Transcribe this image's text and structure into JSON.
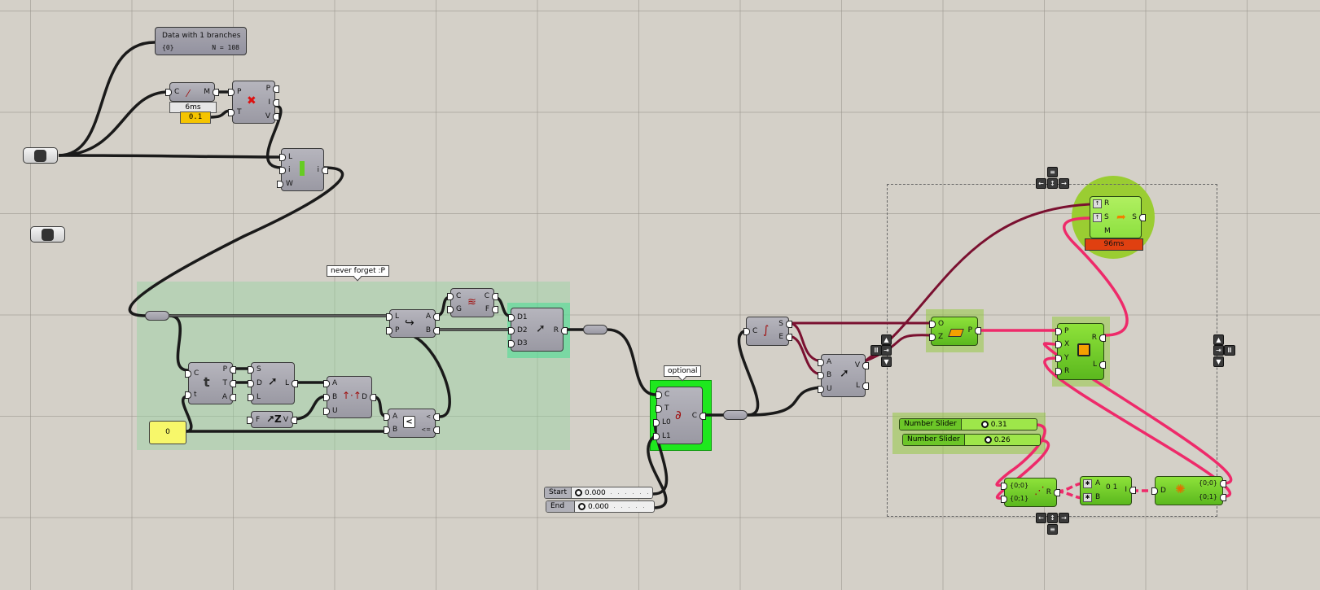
{
  "canvas": {
    "background": "#d4d0c8",
    "wire_color": "#1a1a1a",
    "selected_wire_color": "#ee2a6a",
    "group_color": "#a8d8b0",
    "green_component": "#6cc628"
  },
  "panel_data": {
    "title": "Data with 1 branches",
    "path": "{0}",
    "count": "N = 108"
  },
  "components": {
    "curve_divide": {
      "inputs": [
        "C"
      ],
      "outputs": [
        "M"
      ],
      "icon": "curve-icon",
      "timer": "6ms"
    },
    "number_input": {
      "value": "0.1"
    },
    "cull_points": {
      "inputs": [
        "P",
        "T"
      ],
      "outputs": [
        "P",
        "I",
        "V"
      ],
      "icon": "cull-points-icon"
    },
    "geometry_param_1": {
      "icon": "geometry-icon"
    },
    "geometry_param_2": {
      "icon": "geometry-pipeline-icon"
    },
    "list_item": {
      "inputs": [
        "L",
        "i",
        "W"
      ],
      "outputs": [
        "i"
      ],
      "icon": "list-item-icon"
    },
    "tooltip_group": {
      "text": "never forget :P"
    },
    "shift_list": {
      "inputs": [
        "L",
        "P"
      ],
      "outputs": [
        "A",
        "B"
      ],
      "icon": "split-list-icon"
    },
    "tween": {
      "inputs": [
        "C",
        "G"
      ],
      "outputs": [
        "C",
        "F"
      ],
      "icon": "tween-icon"
    },
    "merge": {
      "inputs": [
        "D1",
        "D2",
        "D3"
      ],
      "outputs": [
        "R"
      ],
      "icon": "merge-icon"
    },
    "eval_curve": {
      "inputs": [
        "C",
        "t"
      ],
      "outputs": [
        "P",
        "T",
        "A"
      ],
      "icon": "evaluate-curve-icon"
    },
    "line_sdl": {
      "inputs": [
        "S",
        "D",
        "L"
      ],
      "outputs": [
        "L"
      ],
      "icon": "line-sdl-icon"
    },
    "vector_angle": {
      "inputs": [
        "A",
        "B",
        "U"
      ],
      "outputs": [
        "D"
      ],
      "icon": "dot-product-icon"
    },
    "unit_z": {
      "inputs": [
        "F"
      ],
      "outputs": [
        "V"
      ],
      "icon": "unit-z-icon"
    },
    "yellow_number": {
      "value": "0"
    },
    "smaller_than": {
      "inputs": [
        "A",
        "B"
      ],
      "outputs": [
        "<",
        "<="
      ],
      "icon": "less-than-icon"
    },
    "blend_curve": {
      "inputs": [
        "C",
        "T",
        "L0",
        "L1"
      ],
      "outputs": [
        "C"
      ],
      "icon": "blend-curve-icon",
      "tooltip": "optional"
    },
    "slider_start": {
      "label": "Start",
      "value": "0.000"
    },
    "slider_end": {
      "label": "End",
      "value": "0.000"
    },
    "endpoints": {
      "inputs": [
        "C"
      ],
      "outputs": [
        "S",
        "E"
      ],
      "icon": "end-points-icon"
    },
    "vector_2pt": {
      "inputs": [
        "A",
        "B",
        "U"
      ],
      "outputs": [
        "V",
        "L"
      ],
      "icon": "vector-2pt-icon"
    },
    "plane_normal": {
      "inputs": [
        "O",
        "Z"
      ],
      "outputs": [
        "P"
      ],
      "icon": "plane-normal-icon"
    },
    "rectangle": {
      "inputs": [
        "P",
        "X",
        "Y",
        "R"
      ],
      "outputs": [
        "R",
        "L"
      ],
      "icon": "rectangle-icon"
    },
    "sweep": {
      "inputs": [
        "R",
        "S",
        "M"
      ],
      "outputs": [
        "S"
      ],
      "icon": "sweep-icon",
      "timer": "96ms"
    },
    "slider_1": {
      "label": "Number Slider",
      "value": "0.31"
    },
    "slider_2": {
      "label": "Number Slider",
      "value": "0.26"
    },
    "entwine": {
      "inputs": [
        "{0;0}",
        "{0;1}"
      ],
      "outputs": [
        "R"
      ],
      "icon": "entwine-icon"
    },
    "construct_domain": {
      "inputs": [
        "A",
        "B"
      ],
      "outputs": [
        "I"
      ],
      "icon": "construct-domain-icon"
    },
    "explode_tree": {
      "inputs": [
        "D"
      ],
      "outputs": [
        "{0;0}",
        "{0;1}"
      ],
      "icon": "explode-tree-icon"
    }
  }
}
